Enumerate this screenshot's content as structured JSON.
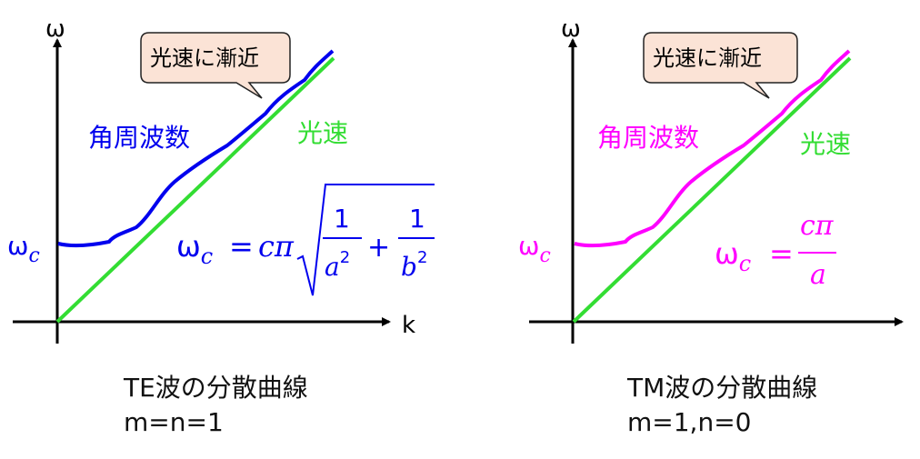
{
  "left": {
    "y_axis_label": "ω",
    "x_axis_label": "k",
    "cutoff_label_main": "ω",
    "cutoff_label_sub": "c",
    "callout_text": "光速に漸近",
    "curve_label": "角周波数",
    "light_label": "光速",
    "formula": {
      "lhs_main": "ω",
      "lhs_sub": "c",
      "equals": "=",
      "c_pi": "cπ",
      "one_a": "1",
      "a": "a",
      "a_exp": "2",
      "plus": "+",
      "one_b": "1",
      "b": "b",
      "b_exp": "2"
    },
    "caption_line1": "TE波の分散曲線",
    "caption_line2": "m=n=1",
    "curve_color": "#0000ee",
    "light_color": "#33dd33"
  },
  "right": {
    "y_axis_label": "ω",
    "cutoff_label_main": "ω",
    "cutoff_label_sub": "c",
    "callout_text": "光速に漸近",
    "curve_label": "角周波数",
    "light_label": "光速",
    "formula": {
      "lhs_main": "ω",
      "lhs_sub": "c",
      "equals": "=",
      "numerator": "cπ",
      "denominator": "a"
    },
    "caption_line1": "TM波の分散曲線",
    "caption_line2": "m=1,n=0",
    "curve_color": "#ff00ff",
    "light_color": "#33dd33"
  }
}
